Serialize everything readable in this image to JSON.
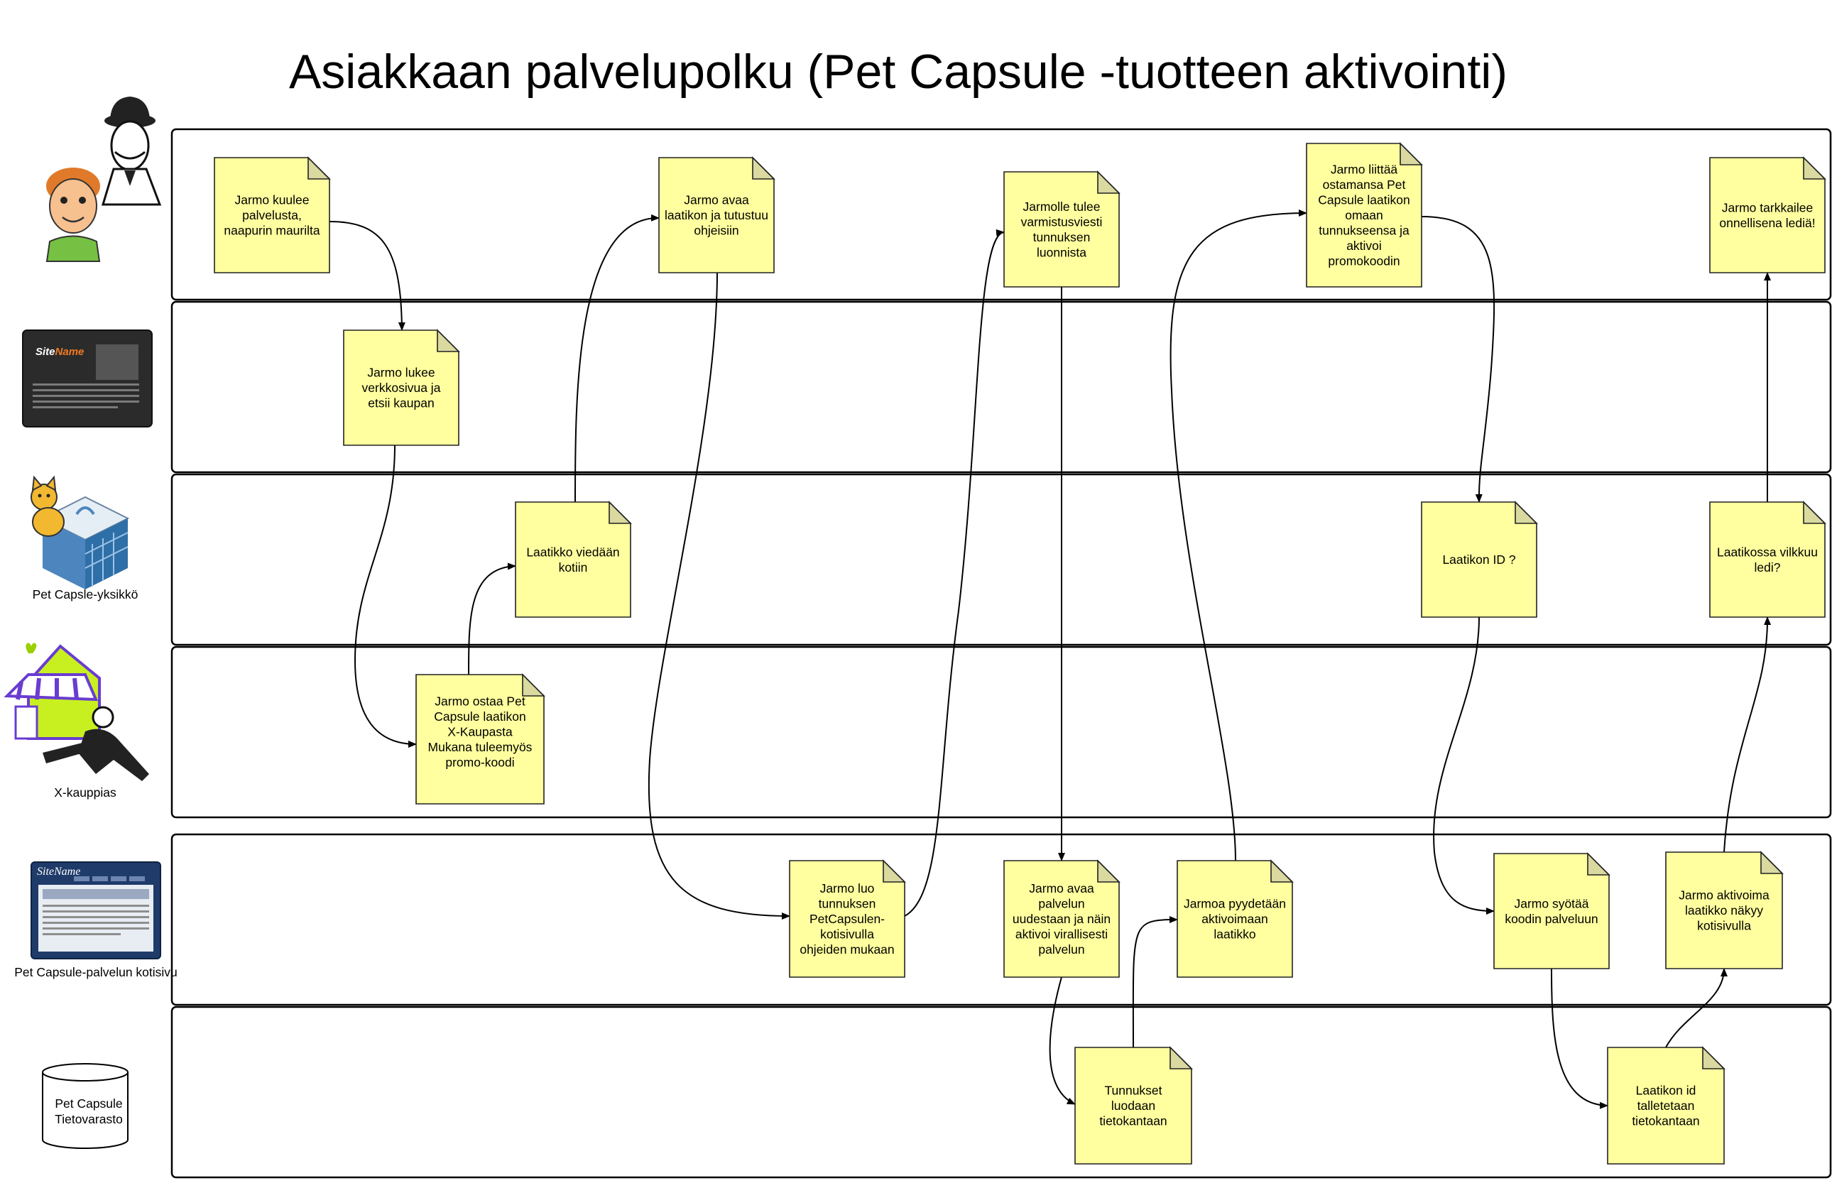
{
  "title": "Asiakkaan palvelupolku (Pet Capsule -tuotteen aktivointi)",
  "lanes": [
    {
      "label": "",
      "icon": "customer-jarmo-icon"
    },
    {
      "label": "",
      "icon": "website-mockup-icon",
      "icon_text": "SiteName"
    },
    {
      "label": "Pet Capsle-yksikkö",
      "icon": "pet-capsule-unit-icon"
    },
    {
      "label": "X-kauppias",
      "icon": "shop-merchant-icon"
    },
    {
      "label": "Pet Capsule-palvelun kotisivu",
      "icon": "service-homepage-icon",
      "icon_text": "SiteName"
    },
    {
      "label": "Pet Capsule\nTietovarasto",
      "icon": "database-cylinder-icon"
    }
  ],
  "notes": [
    {
      "id": "n1",
      "text": "Jarmo kuulee\npalvelusta,\nnaapurin maurilta"
    },
    {
      "id": "n2",
      "text": "Jarmo lukee\nverkkosivua ja\netsii kaupan"
    },
    {
      "id": "n3",
      "text": "Jarmo ostaa Pet\nCapsule laatikon\nX-Kaupasta\n\nMukana tuleemyös\npromo-koodi"
    },
    {
      "id": "n4",
      "text": "Laatikko viedään\nkotiin"
    },
    {
      "id": "n5",
      "text": "Jarmo avaa\nlaatikon ja tutustuu\nohjeisiin"
    },
    {
      "id": "n6",
      "text": "Jarmo luo\ntunnuksen\nPetCapsulen-\nkotisivulla\nohjeiden mukaan"
    },
    {
      "id": "n7",
      "text": "Jarmolle tulee\nvarmistusviesti\ntunnuksen\nluonnista"
    },
    {
      "id": "n8",
      "text": "Jarmo avaa\npalvelun\nuudestaan ja näin\naktivoi virallisesti\npalvelun"
    },
    {
      "id": "n9",
      "text": "Tunnukset\nluodaan\ntietokantaan"
    },
    {
      "id": "n10",
      "text": "Jarmoa pyydetään\naktivoimaan\nlaatikko"
    },
    {
      "id": "n11",
      "text": "Jarmo liittää\nostamansa Pet\nCapsule laatikon\nomaan\ntunnukseensa ja\naktivoi\npromokoodin"
    },
    {
      "id": "n12",
      "text": "Laatikon ID ?"
    },
    {
      "id": "n13",
      "text": "Jarmo syötää\nkoodin palveluun"
    },
    {
      "id": "n14",
      "text": "Laatikon id\ntalletetaan\ntietokantaan"
    },
    {
      "id": "n15",
      "text": "Jarmo aktivoima\nlaatikko näkyy\nkotisivulla"
    },
    {
      "id": "n16",
      "text": "Laatikossa vilkkuu\nledi?"
    },
    {
      "id": "n17",
      "text": "Jarmo tarkkailee\nonnellisena lediä!"
    }
  ],
  "colors": {
    "note_fill": "#ffff9f",
    "note_fold": "#d9d9a0",
    "lane_border": "#000000"
  }
}
